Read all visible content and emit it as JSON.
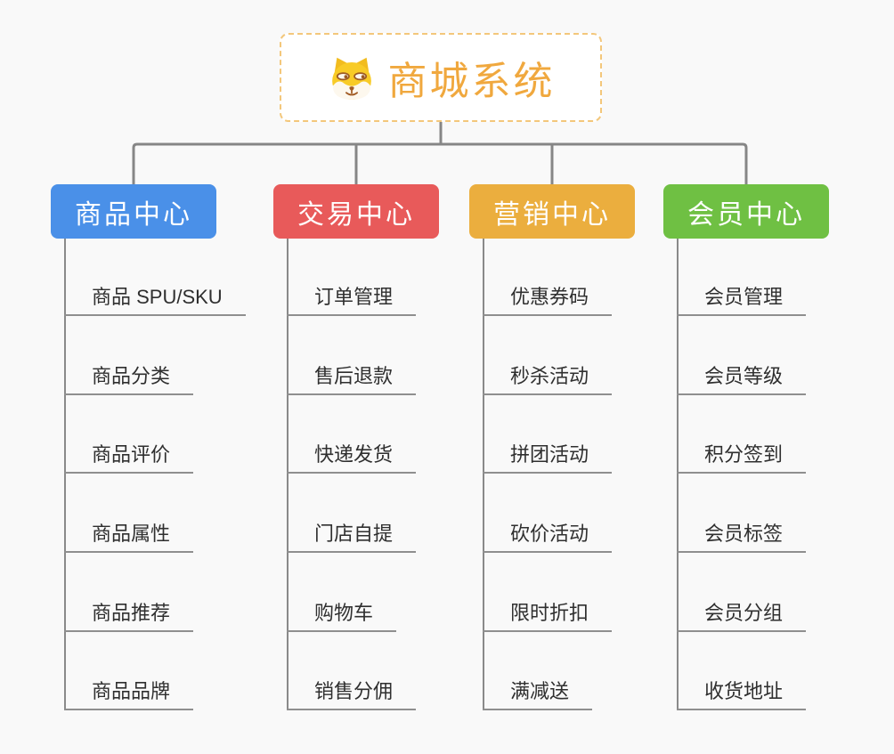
{
  "root": {
    "title": "商城系统",
    "icon": "shiba-dog-icon",
    "title_color": "#F0A83E",
    "border_color": "#F3C77B",
    "background": "#FFFFFF"
  },
  "branches": [
    {
      "label": "商品中心",
      "color": "#4A90E8",
      "items": [
        "商品 SPU/SKU",
        "商品分类",
        "商品评价",
        "商品属性",
        "商品推荐",
        "商品品牌"
      ]
    },
    {
      "label": "交易中心",
      "color": "#E85A5A",
      "items": [
        "订单管理",
        "售后退款",
        "快递发货",
        "门店自提",
        "购物车",
        "销售分佣"
      ]
    },
    {
      "label": "营销中心",
      "color": "#EBAE3E",
      "items": [
        "优惠券码",
        "秒杀活动",
        "拼团活动",
        "砍价活动",
        "限时折扣",
        "满减送"
      ]
    },
    {
      "label": "会员中心",
      "color": "#6FC043",
      "items": [
        "会员管理",
        "会员等级",
        "积分签到",
        "会员标签",
        "会员分组",
        "收货地址"
      ]
    }
  ],
  "diagram": {
    "type": "mindmap-org-tree",
    "connector_color": "#868686",
    "item_text_color": "#2F2F2F",
    "item_line_color": "#8F8F8F",
    "canvas_background": "#F9F9F9",
    "branch_text_color": "#FFFFFF"
  }
}
